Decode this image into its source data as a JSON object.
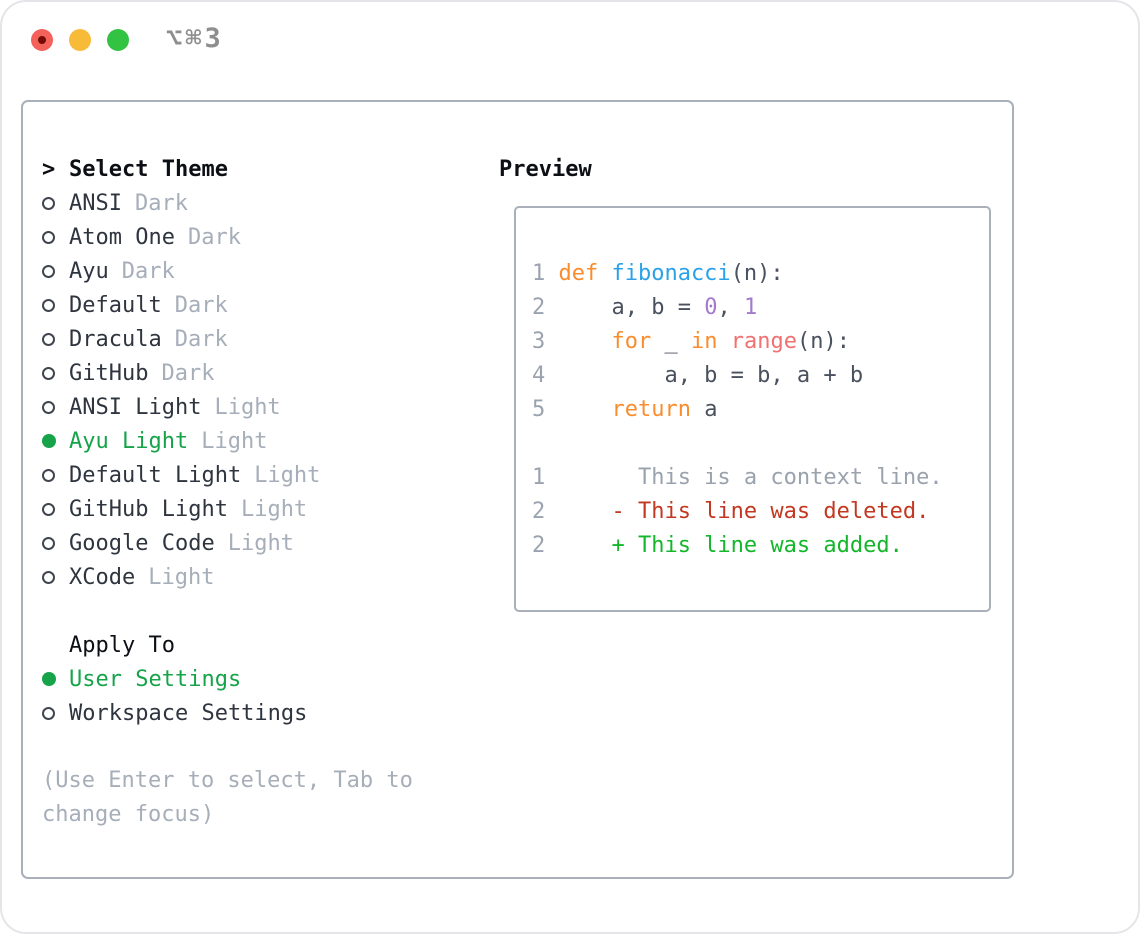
{
  "window": {
    "shortcut_label": "⌥⌘3"
  },
  "theme_panel": {
    "header_prefix": ">",
    "header": "Select Theme",
    "items": [
      {
        "label": "ANSI",
        "variant": "Dark",
        "selected": false
      },
      {
        "label": "Atom One",
        "variant": "Dark",
        "selected": false
      },
      {
        "label": "Ayu",
        "variant": "Dark",
        "selected": false
      },
      {
        "label": "Default",
        "variant": "Dark",
        "selected": false
      },
      {
        "label": "Dracula",
        "variant": "Dark",
        "selected": false
      },
      {
        "label": "GitHub",
        "variant": "Dark",
        "selected": false
      },
      {
        "label": "ANSI Light",
        "variant": "Light",
        "selected": false
      },
      {
        "label": "Ayu Light",
        "variant": "Light",
        "selected": true
      },
      {
        "label": "Default Light",
        "variant": "Light",
        "selected": false
      },
      {
        "label": "GitHub Light",
        "variant": "Light",
        "selected": false
      },
      {
        "label": "Google Code",
        "variant": "Light",
        "selected": false
      },
      {
        "label": "XCode",
        "variant": "Light",
        "selected": false
      }
    ]
  },
  "apply_panel": {
    "header": "Apply To",
    "options": [
      {
        "label": "User Settings",
        "selected": true
      },
      {
        "label": "Workspace Settings",
        "selected": false
      }
    ]
  },
  "help_text": "(Use Enter to select, Tab to change focus)",
  "preview": {
    "header": "Preview",
    "lines": [
      {
        "num": "1",
        "tokens": [
          {
            "t": "def ",
            "c": "keyword"
          },
          {
            "t": "fibonacci",
            "c": "function"
          },
          {
            "t": "(n):",
            "c": "plain"
          }
        ]
      },
      {
        "num": "2",
        "tokens": [
          {
            "t": "    a, b = ",
            "c": "plain"
          },
          {
            "t": "0",
            "c": "number"
          },
          {
            "t": ", ",
            "c": "plain"
          },
          {
            "t": "1",
            "c": "number"
          }
        ]
      },
      {
        "num": "3",
        "tokens": [
          {
            "t": "    ",
            "c": "plain"
          },
          {
            "t": "for",
            "c": "keyword"
          },
          {
            "t": " _ ",
            "c": "plain"
          },
          {
            "t": "in",
            "c": "keyword"
          },
          {
            "t": " ",
            "c": "plain"
          },
          {
            "t": "range",
            "c": "builtin"
          },
          {
            "t": "(n):",
            "c": "plain"
          }
        ]
      },
      {
        "num": "4",
        "tokens": [
          {
            "t": "        a, b = b, a + b",
            "c": "plain"
          }
        ]
      },
      {
        "num": "5",
        "tokens": [
          {
            "t": "    ",
            "c": "plain"
          },
          {
            "t": "return",
            "c": "keyword"
          },
          {
            "t": " a",
            "c": "plain"
          }
        ]
      },
      {
        "num": "",
        "tokens": []
      },
      {
        "num": "1",
        "tokens": [
          {
            "t": "      This is a context line.",
            "c": "context"
          }
        ]
      },
      {
        "num": "2",
        "tokens": [
          {
            "t": "    - This line was deleted.",
            "c": "deleted"
          }
        ]
      },
      {
        "num": "2",
        "tokens": [
          {
            "t": "    + This line was added.",
            "c": "added"
          }
        ]
      }
    ]
  },
  "colors": {
    "accent_green": "#16a34a",
    "muted": "#a6aeb9",
    "text_dark": "#2f353f",
    "header_black": "#0c0f14",
    "border": "#a9b0ba",
    "lineno": "#9aa3af",
    "code_plain": "#4a515e",
    "code_keyword": "#f98d2e",
    "code_function": "#2ba1e8",
    "code_number": "#a37acc",
    "code_builtin": "#f07171",
    "diff_context": "#99a2ad",
    "diff_deleted": "#c23820",
    "diff_added": "#14b62b",
    "traffic_red": "#f4605a",
    "traffic_red_dot": "#750b06",
    "traffic_yellow": "#f7bb37",
    "traffic_green": "#33c343",
    "shortcut_gray": "#8e8e8e"
  }
}
